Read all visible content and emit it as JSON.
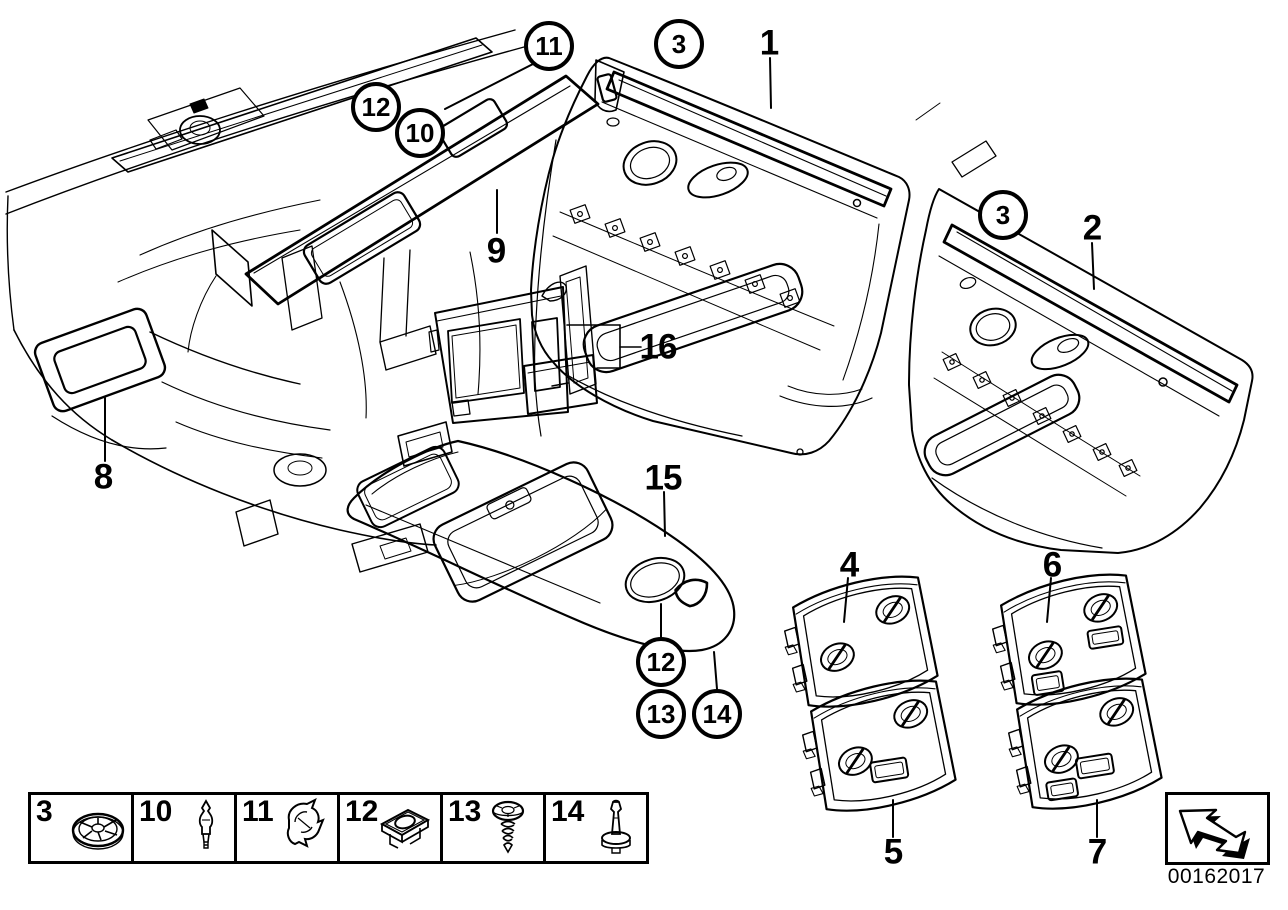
{
  "diagram": {
    "doc_number": "00162017",
    "background_color": "#ffffff",
    "line_color": "#000000",
    "callouts": {
      "c1": {
        "label": "1",
        "type": "plain"
      },
      "c2": {
        "label": "2",
        "type": "plain"
      },
      "c3_front_door": {
        "label": "3",
        "type": "circled"
      },
      "c3_rear_door": {
        "label": "3",
        "type": "circled"
      },
      "c4": {
        "label": "4",
        "type": "plain"
      },
      "c5": {
        "label": "5",
        "type": "plain"
      },
      "c6": {
        "label": "6",
        "type": "plain"
      },
      "c7": {
        "label": "7",
        "type": "plain"
      },
      "c8": {
        "label": "8",
        "type": "plain"
      },
      "c9": {
        "label": "9",
        "type": "plain"
      },
      "c10": {
        "label": "10",
        "type": "circled"
      },
      "c11": {
        "label": "11",
        "type": "circled"
      },
      "c12_dashboard": {
        "label": "12",
        "type": "circled"
      },
      "c12_console": {
        "label": "12",
        "type": "circled"
      },
      "c13": {
        "label": "13",
        "type": "circled"
      },
      "c14": {
        "label": "14",
        "type": "circled"
      },
      "c15": {
        "label": "15",
        "type": "plain"
      },
      "c16": {
        "label": "16",
        "type": "plain"
      }
    },
    "legend": {
      "items": [
        {
          "number": "3",
          "icon": "push-on-washer-icon"
        },
        {
          "number": "10",
          "icon": "expanding-pin-icon"
        },
        {
          "number": "11",
          "icon": "sheet-metal-clip-icon"
        },
        {
          "number": "12",
          "icon": "cage-nut-icon"
        },
        {
          "number": "13",
          "icon": "self-tapping-screw-icon"
        },
        {
          "number": "14",
          "icon": "expanding-rivet-icon"
        }
      ]
    }
  }
}
